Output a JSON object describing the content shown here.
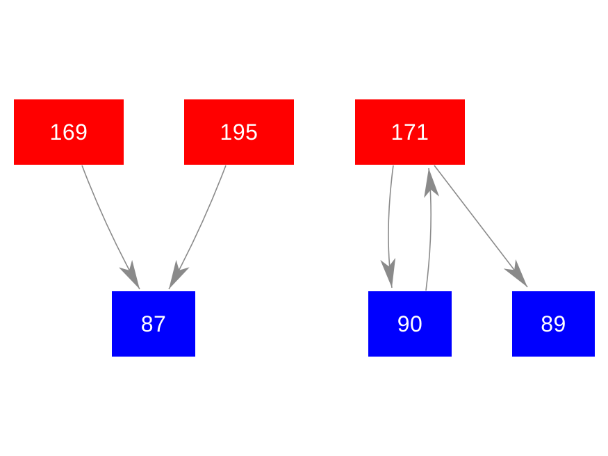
{
  "diagram": {
    "type": "directed-graph",
    "colors": {
      "source_node": "#ff0000",
      "target_node": "#0000ff",
      "edge": "#8a8a8a",
      "node_label": "#ffffff",
      "background": "#ffffff"
    },
    "nodes": [
      {
        "id": "169",
        "label": "169",
        "group": "source-red"
      },
      {
        "id": "195",
        "label": "195",
        "group": "source-red"
      },
      {
        "id": "171",
        "label": "171",
        "group": "source-red"
      },
      {
        "id": "87",
        "label": "87",
        "group": "target-blue"
      },
      {
        "id": "90",
        "label": "90",
        "group": "target-blue"
      },
      {
        "id": "89",
        "label": "89",
        "group": "target-blue"
      }
    ],
    "edges": [
      {
        "from": "169",
        "to": "87"
      },
      {
        "from": "195",
        "to": "87"
      },
      {
        "from": "171",
        "to": "90"
      },
      {
        "from": "90",
        "to": "171"
      },
      {
        "from": "171",
        "to": "89"
      }
    ]
  }
}
